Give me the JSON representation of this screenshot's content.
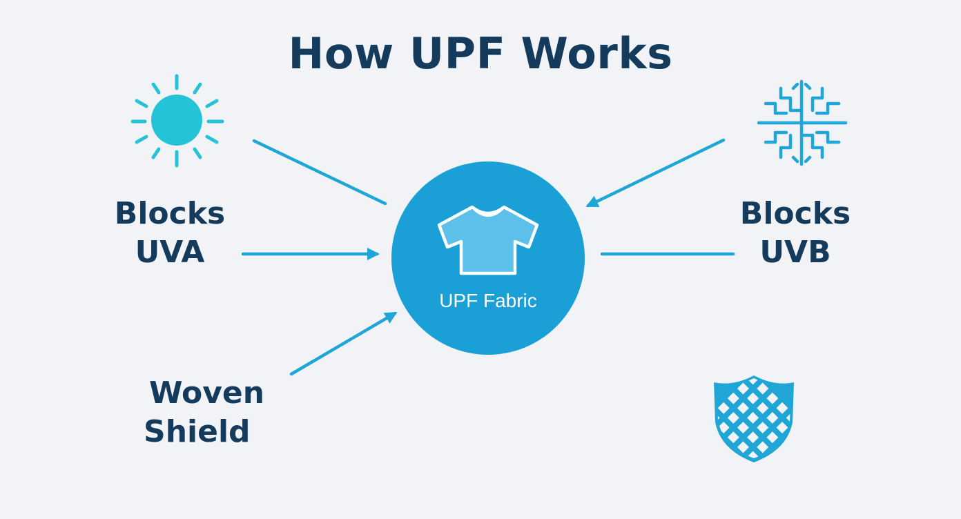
{
  "title": "How UPF Works",
  "center": {
    "label": "UPF Fabric",
    "icon": "t-shirt-icon"
  },
  "nodes": {
    "uva": {
      "line1": "Blocks",
      "line2": "UVA",
      "icon": "sun-icon"
    },
    "uvb": {
      "line1": "Blocks",
      "line2": "UVB",
      "icon": "circuit-snowflake-icon"
    },
    "woven": {
      "line1": "Woven",
      "line2": "Shield",
      "icon": "mesh-shield-icon"
    }
  },
  "colors": {
    "background": "#f1f3f6",
    "text": "#143a5c",
    "accent": "#1fa6d6",
    "sun": "#25c3d8",
    "circle": "#1a9fd6"
  }
}
